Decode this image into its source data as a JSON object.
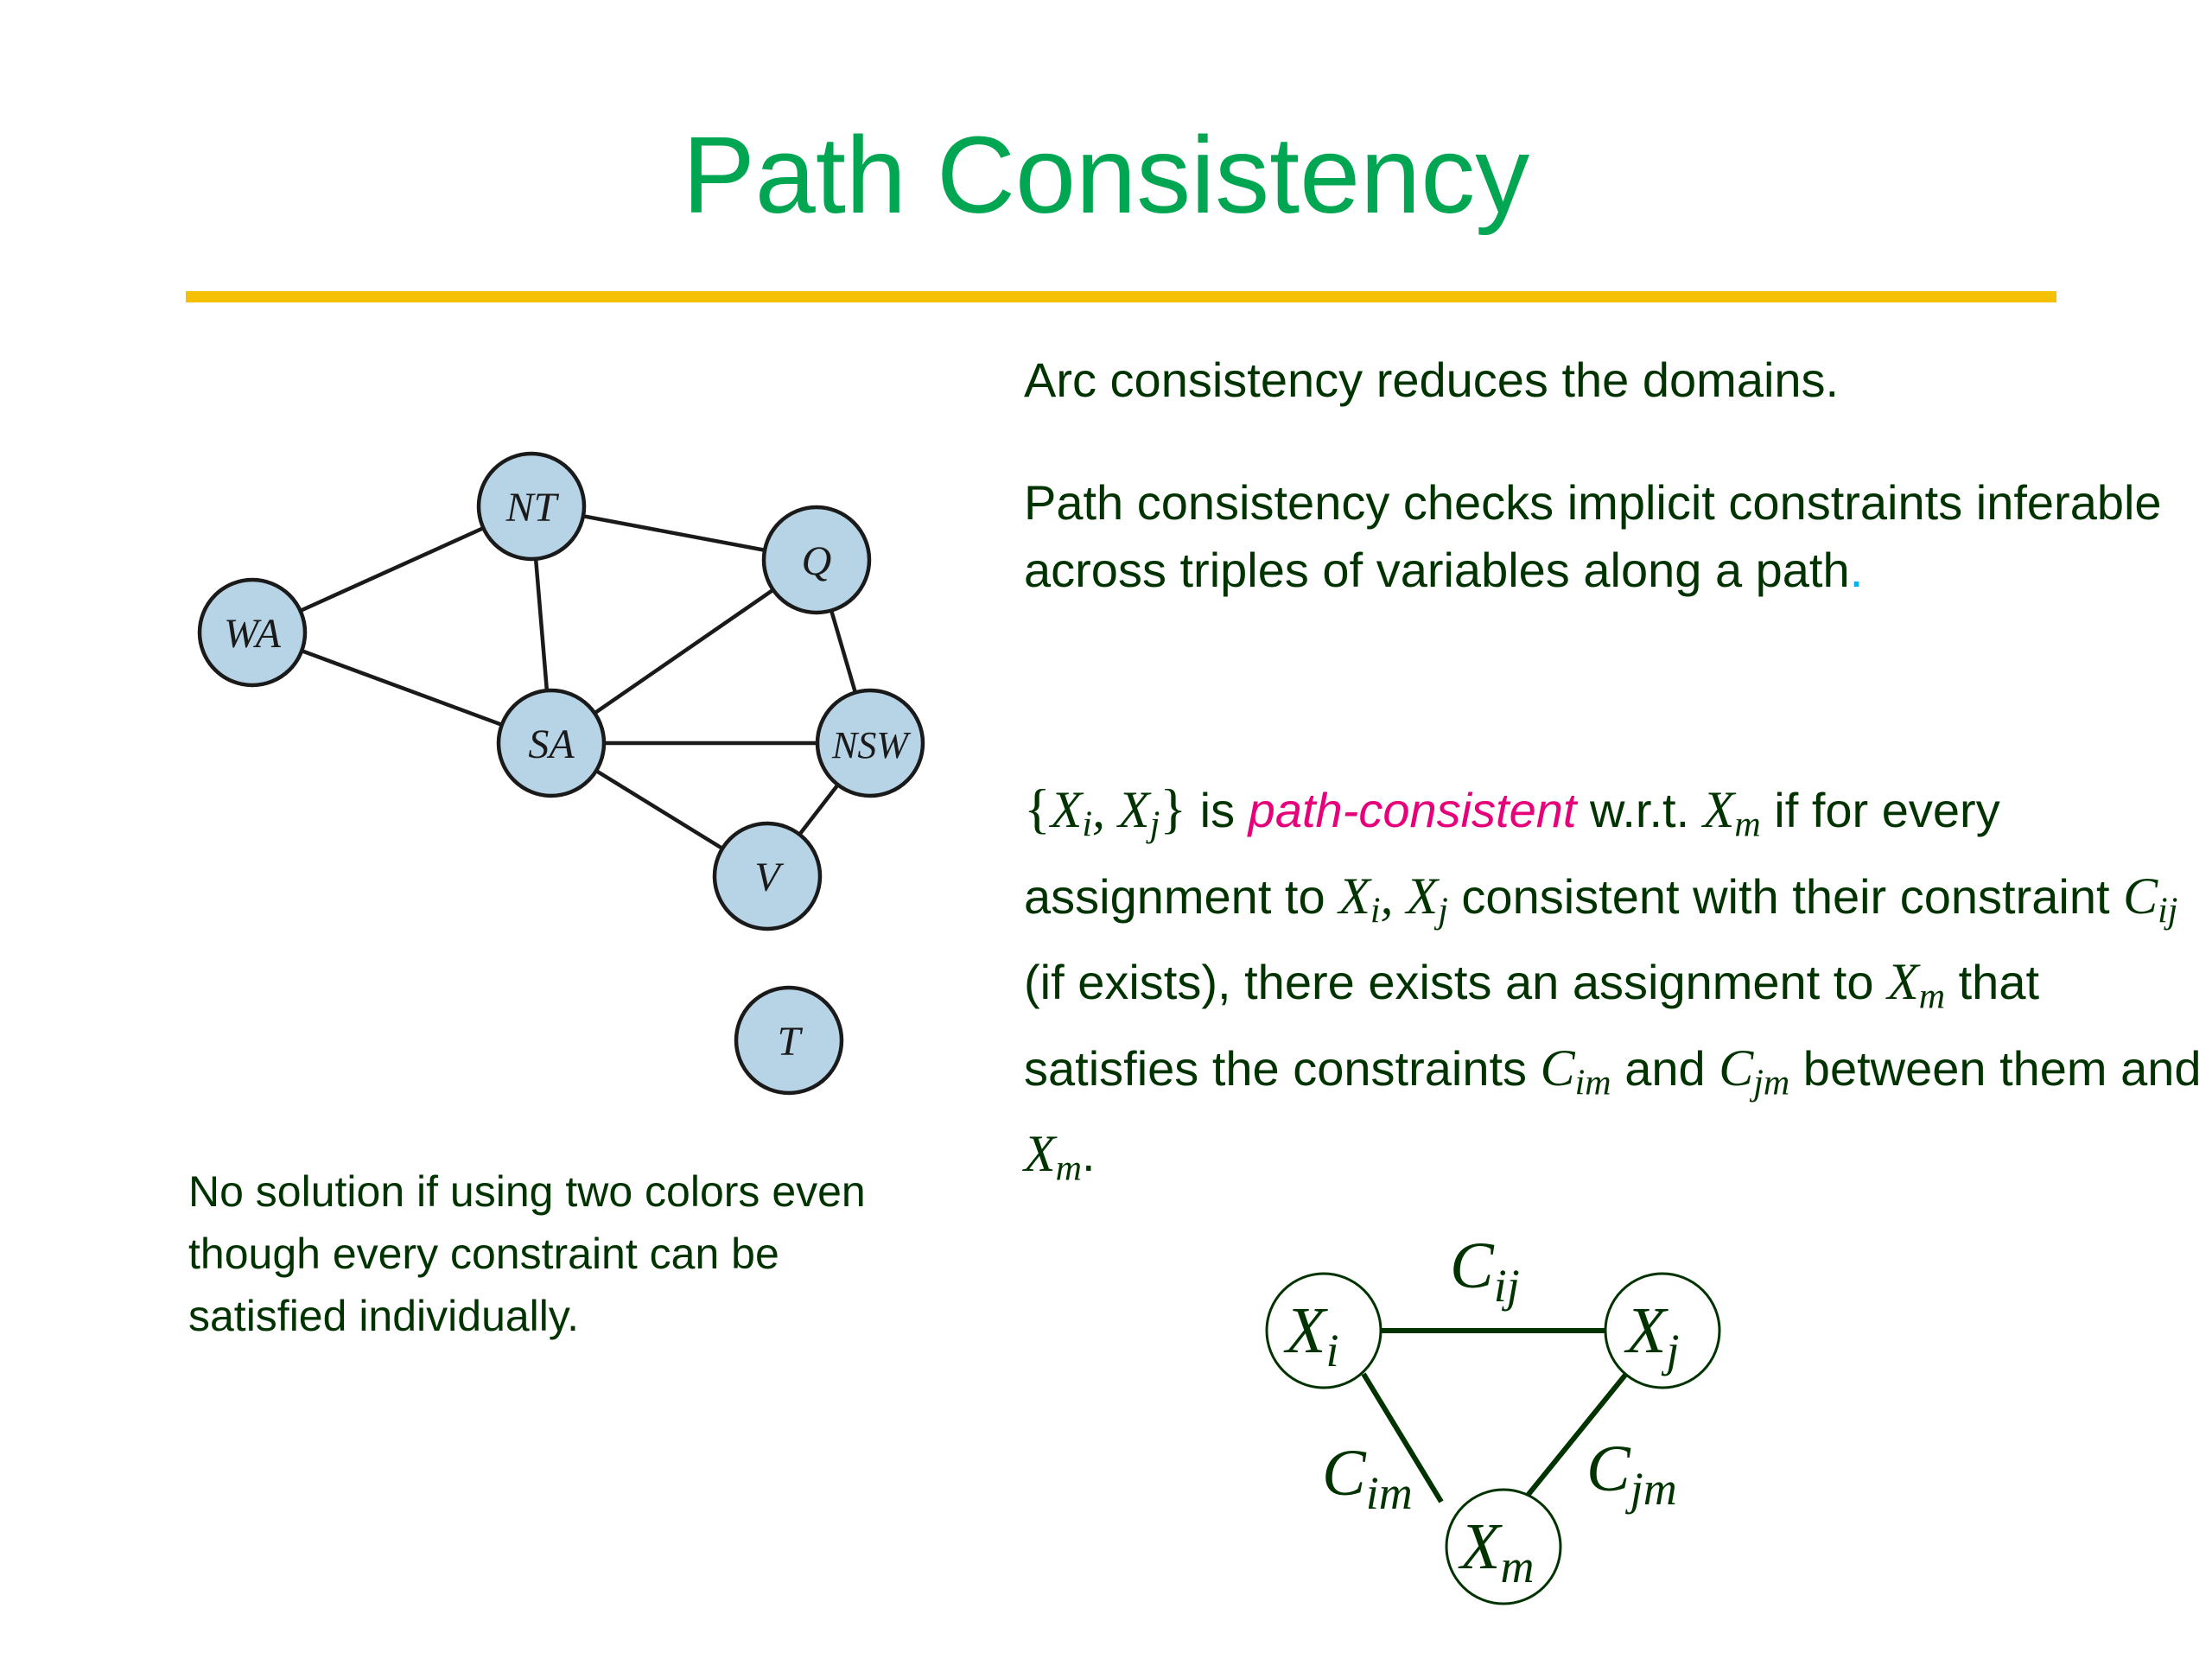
{
  "title": "Path Consistency",
  "colors": {
    "title": "#00a651",
    "rule": "#f5c000",
    "body_text": "#003300",
    "highlight": "#e6007a",
    "node_fill": "#b7d3e6"
  },
  "para1": "Arc consistency reduces the domains.",
  "para2": {
    "text": "Path consistency checks implicit constraints inferable across triples of variables along a path",
    "end": "."
  },
  "para3": {
    "s1": "is",
    "highlight": "path-consistent",
    "s2": "w.r.t.",
    "s3": "if for every assignment to",
    "s4": "consistent with their constraint",
    "s5": "(if exists), there exists an assignment to",
    "s6": "that satisfies the constraints",
    "s7": "and",
    "s8": "between them and",
    "s9": "."
  },
  "note": "No solution if using two colors even though every constraint can be satisfied individually.",
  "map_graph": {
    "nodes": [
      "NT",
      "Q",
      "WA",
      "SA",
      "NSW",
      "V",
      "T"
    ],
    "edges": [
      [
        "WA",
        "NT"
      ],
      [
        "WA",
        "SA"
      ],
      [
        "NT",
        "SA"
      ],
      [
        "NT",
        "Q"
      ],
      [
        "SA",
        "Q"
      ],
      [
        "SA",
        "NSW"
      ],
      [
        "SA",
        "V"
      ],
      [
        "Q",
        "NSW"
      ],
      [
        "NSW",
        "V"
      ]
    ]
  },
  "triangle": {
    "nodes": {
      "xi": "X",
      "xi_sub": "i",
      "xj": "X",
      "xj_sub": "j",
      "xm": "X",
      "xm_sub": "m"
    },
    "edges": {
      "cij": "C",
      "cij_sub": "ij",
      "cim": "C",
      "cim_sub": "im",
      "cjm": "C",
      "cjm_sub": "jm"
    }
  }
}
